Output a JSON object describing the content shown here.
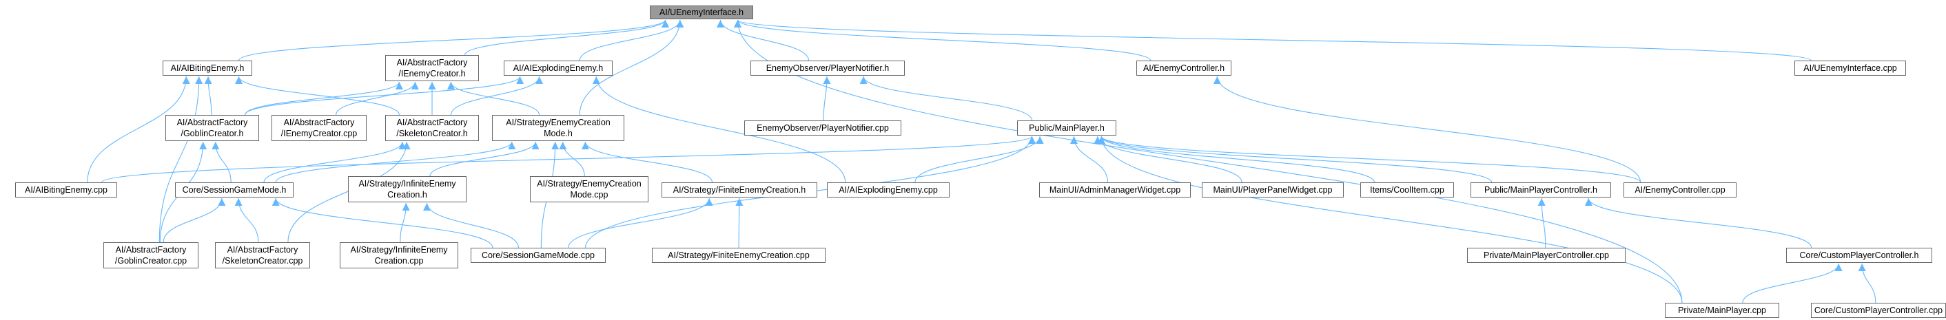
{
  "graph": {
    "edge_color": "#63b8ff",
    "root_fill": "#999999",
    "node_border": "#666666",
    "nodes": {
      "root": {
        "label": "AI/UEnemyInterface.h"
      },
      "biting_h": {
        "label": "AI/AIBitingEnemy.h"
      },
      "enemy_creator_h": {
        "label": "AI/AbstractFactory\n/IEnemyCreator.h"
      },
      "exploding_h": {
        "label": "AI/AIExplodingEnemy.h"
      },
      "observer_h": {
        "label": "EnemyObserver/PlayerNotifier.h"
      },
      "controller_h": {
        "label": "AI/EnemyController.h"
      },
      "interface_cpp": {
        "label": "AI/UEnemyInterface.cpp"
      },
      "goblin_h": {
        "label": "AI/AbstractFactory\n/GoblinCreator.h"
      },
      "ienemy_cpp": {
        "label": "AI/AbstractFactory\n/IEnemyCreator.cpp"
      },
      "skeleton_h": {
        "label": "AI/AbstractFactory\n/SkeletonCreator.h"
      },
      "strategy_mode_h": {
        "label": "AI/Strategy/EnemyCreation\nMode.h"
      },
      "observer_cpp": {
        "label": "EnemyObserver/PlayerNotifier.cpp"
      },
      "mainplayer_h": {
        "label": "Public/MainPlayer.h"
      },
      "biting_cpp": {
        "label": "AI/AIBitingEnemy.cpp"
      },
      "session_h": {
        "label": "Core/SessionGameMode.h"
      },
      "infinite_h": {
        "label": "AI/Strategy/InfiniteEnemy\nCreation.h"
      },
      "strategy_mode_cpp": {
        "label": "AI/Strategy/EnemyCreation\nMode.cpp"
      },
      "finite_h": {
        "label": "AI/Strategy/FiniteEnemyCreation.h"
      },
      "exploding_cpp": {
        "label": "AI/AIExplodingEnemy.cpp"
      },
      "admin_cpp": {
        "label": "MainUI/AdminManagerWidget.cpp"
      },
      "panel_cpp": {
        "label": "MainUI/PlayerPanelWidget.cpp"
      },
      "coolitem_cpp": {
        "label": "Items/CoolItem.cpp"
      },
      "mpc_h": {
        "label": "Public/MainPlayerController.h"
      },
      "controller_cpp": {
        "label": "AI/EnemyController.cpp"
      },
      "goblin_cpp": {
        "label": "AI/AbstractFactory\n/GoblinCreator.cpp"
      },
      "skeleton_cpp": {
        "label": "AI/AbstractFactory\n/SkeletonCreator.cpp"
      },
      "infinite_cpp": {
        "label": "AI/Strategy/InfiniteEnemy\nCreation.cpp"
      },
      "session_cpp": {
        "label": "Core/SessionGameMode.cpp"
      },
      "finite_cpp": {
        "label": "AI/Strategy/FiniteEnemyCreation.cpp"
      },
      "mpc_cpp": {
        "label": "Private/MainPlayerController.cpp"
      },
      "cpc_h": {
        "label": "Core/CustomPlayerController.h"
      },
      "mainplayer_cpp": {
        "label": "Private/MainPlayer.cpp"
      },
      "cpc_cpp": {
        "label": "Core/CustomPlayerController.cpp"
      }
    },
    "edges": [
      [
        "biting_h",
        "root"
      ],
      [
        "enemy_creator_h",
        "root"
      ],
      [
        "exploding_h",
        "root"
      ],
      [
        "observer_h",
        "root"
      ],
      [
        "controller_h",
        "root"
      ],
      [
        "interface_cpp",
        "root"
      ],
      [
        "strategy_mode_h",
        "root"
      ],
      [
        "mainplayer_cpp",
        "root"
      ],
      [
        "goblin_h",
        "biting_h"
      ],
      [
        "skeleton_h",
        "biting_h"
      ],
      [
        "biting_cpp",
        "biting_h"
      ],
      [
        "goblin_cpp",
        "biting_h"
      ],
      [
        "goblin_h",
        "enemy_creator_h"
      ],
      [
        "ienemy_cpp",
        "enemy_creator_h"
      ],
      [
        "skeleton_h",
        "enemy_creator_h"
      ],
      [
        "strategy_mode_h",
        "enemy_creator_h"
      ],
      [
        "goblin_h",
        "exploding_h"
      ],
      [
        "skeleton_h",
        "exploding_h"
      ],
      [
        "exploding_cpp",
        "exploding_h"
      ],
      [
        "observer_cpp",
        "observer_h"
      ],
      [
        "mainplayer_h",
        "observer_h"
      ],
      [
        "controller_cpp",
        "controller_h"
      ],
      [
        "session_h",
        "goblin_h"
      ],
      [
        "goblin_cpp",
        "goblin_h"
      ],
      [
        "session_h",
        "skeleton_h"
      ],
      [
        "skeleton_cpp",
        "skeleton_h"
      ],
      [
        "session_h",
        "strategy_mode_h"
      ],
      [
        "infinite_h",
        "strategy_mode_h"
      ],
      [
        "strategy_mode_cpp",
        "strategy_mode_h"
      ],
      [
        "finite_h",
        "strategy_mode_h"
      ],
      [
        "session_cpp",
        "strategy_mode_h"
      ],
      [
        "biting_cpp",
        "mainplayer_h"
      ],
      [
        "exploding_cpp",
        "mainplayer_h"
      ],
      [
        "admin_cpp",
        "mainplayer_h"
      ],
      [
        "panel_cpp",
        "mainplayer_h"
      ],
      [
        "coolitem_cpp",
        "mainplayer_h"
      ],
      [
        "mpc_h",
        "mainplayer_h"
      ],
      [
        "controller_cpp",
        "mainplayer_h"
      ],
      [
        "session_cpp",
        "mainplayer_h"
      ],
      [
        "mainplayer_cpp",
        "mainplayer_h"
      ],
      [
        "goblin_cpp",
        "session_h"
      ],
      [
        "skeleton_cpp",
        "session_h"
      ],
      [
        "session_cpp",
        "session_h"
      ],
      [
        "infinite_cpp",
        "infinite_h"
      ],
      [
        "session_cpp",
        "infinite_h"
      ],
      [
        "session_cpp",
        "finite_h"
      ],
      [
        "finite_cpp",
        "finite_h"
      ],
      [
        "mpc_cpp",
        "mpc_h"
      ],
      [
        "cpc_h",
        "mpc_h"
      ],
      [
        "mainplayer_cpp",
        "cpc_h"
      ],
      [
        "cpc_cpp",
        "cpc_h"
      ]
    ]
  }
}
